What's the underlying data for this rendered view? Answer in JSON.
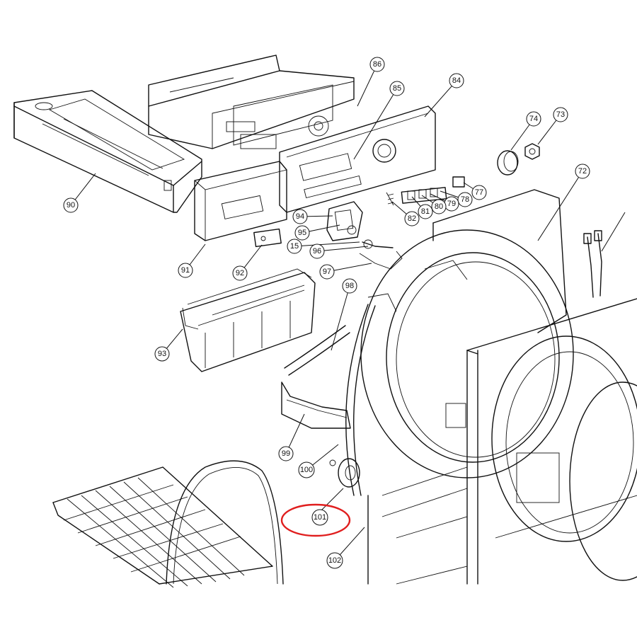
{
  "highlight_color": "#e01e1e",
  "callouts": [
    {
      "id": "c90",
      "label": "90"
    },
    {
      "id": "c91",
      "label": "91"
    },
    {
      "id": "c92",
      "label": "92"
    },
    {
      "id": "c93",
      "label": "93"
    },
    {
      "id": "c94",
      "label": "94"
    },
    {
      "id": "c95",
      "label": "95"
    },
    {
      "id": "c15",
      "label": "15"
    },
    {
      "id": "c96",
      "label": "96"
    },
    {
      "id": "c97",
      "label": "97"
    },
    {
      "id": "c98",
      "label": "98"
    },
    {
      "id": "c99",
      "label": "99"
    },
    {
      "id": "c100",
      "label": "100"
    },
    {
      "id": "c101",
      "label": "101"
    },
    {
      "id": "c102",
      "label": "102"
    },
    {
      "id": "c86",
      "label": "86"
    },
    {
      "id": "c85",
      "label": "85"
    },
    {
      "id": "c84",
      "label": "84"
    },
    {
      "id": "c74",
      "label": "74"
    },
    {
      "id": "c73",
      "label": "73"
    },
    {
      "id": "c72",
      "label": "72"
    },
    {
      "id": "c77",
      "label": "77"
    },
    {
      "id": "c78",
      "label": "78"
    },
    {
      "id": "c79",
      "label": "79"
    },
    {
      "id": "c80",
      "label": "80"
    },
    {
      "id": "c81",
      "label": "81"
    },
    {
      "id": "c82",
      "label": "82"
    }
  ]
}
